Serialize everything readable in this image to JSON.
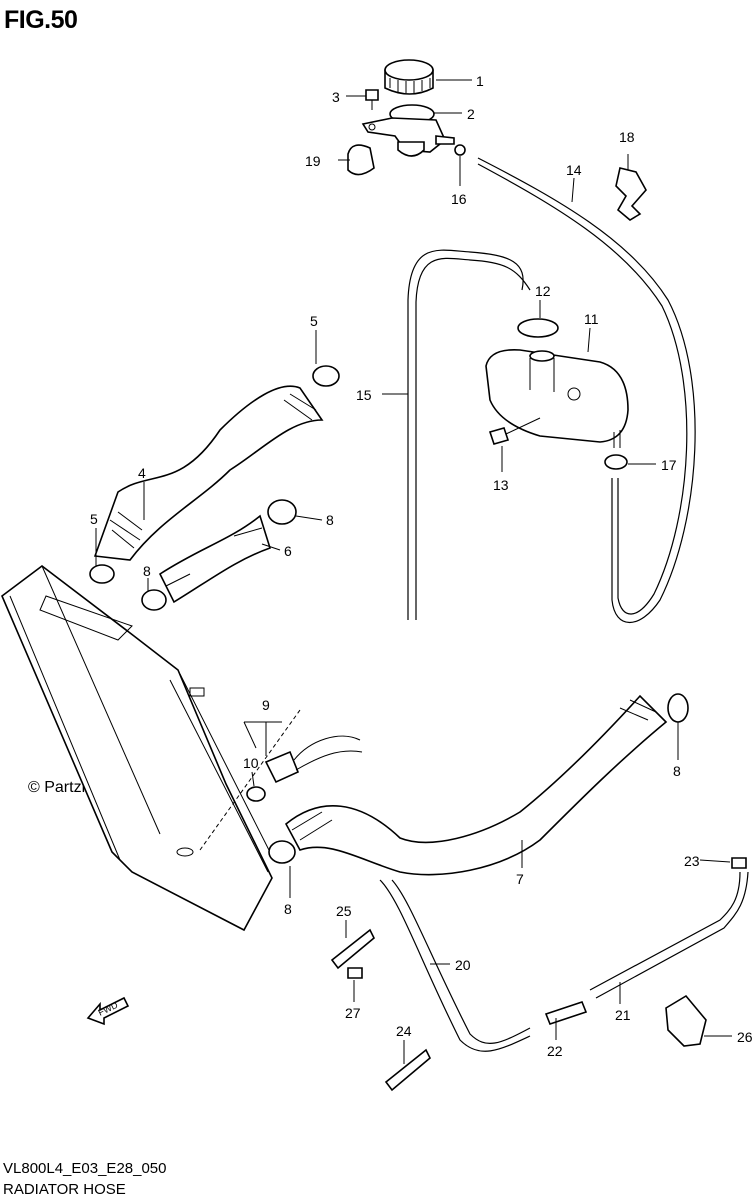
{
  "figure": {
    "title": "FIG.50",
    "code": "VL800L4_E03_E28_050",
    "caption": "RADIATOR HOSE",
    "watermark": "© Partzilla.com",
    "fwd_label": "FWD"
  },
  "callouts": [
    "1",
    "2",
    "3",
    "4",
    "5",
    "5",
    "6",
    "7",
    "8",
    "8",
    "8",
    "8",
    "9",
    "10",
    "11",
    "12",
    "13",
    "14",
    "15",
    "16",
    "17",
    "18",
    "19",
    "20",
    "21",
    "22",
    "23",
    "24",
    "25",
    "26",
    "27"
  ]
}
